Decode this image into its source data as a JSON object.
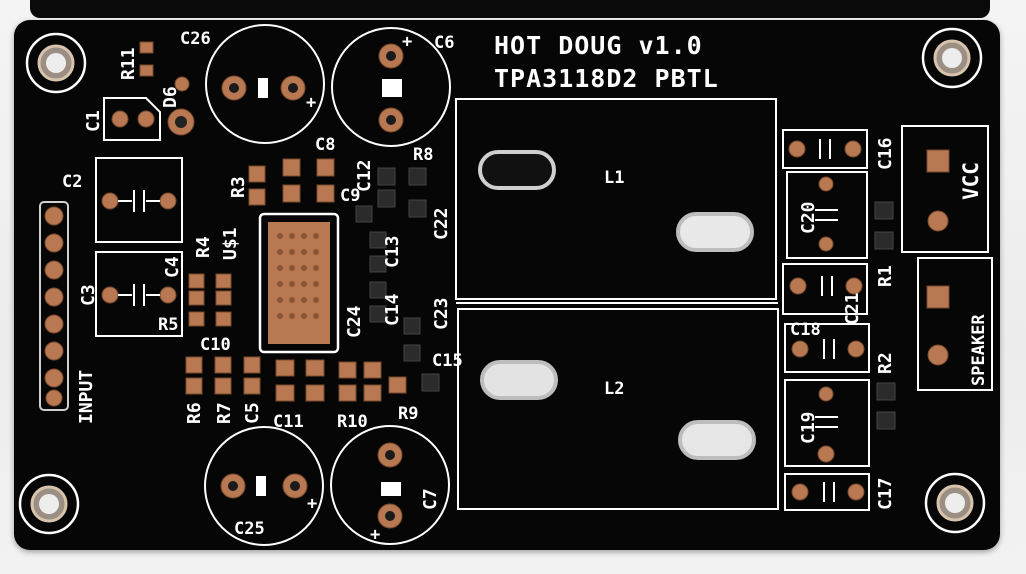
{
  "title": {
    "line1": "HOT DOUG v1.0",
    "line2": "TPA3118D2 PBTL"
  },
  "refs": {
    "C1": "C1",
    "C2": "C2",
    "C3": "C3",
    "C4": "C4",
    "C5": "C5",
    "C6": "C6",
    "C7": "C7",
    "C8": "C8",
    "C9": "C9",
    "C10": "C10",
    "C11": "C11",
    "C12": "C12",
    "C13": "C13",
    "C14": "C14",
    "C15": "C15",
    "C16": "C16",
    "C17": "C17",
    "C18": "C18",
    "C19": "C19",
    "C20": "C20",
    "C21": "C21",
    "C22": "C22",
    "C23": "C23",
    "C24": "C24",
    "C25": "C25",
    "C26": "C26",
    "R1": "R1",
    "R2": "R2",
    "R3": "R3",
    "R4": "R4",
    "R5": "R5",
    "R6": "R6",
    "R7": "R7",
    "R8": "R8",
    "R9": "R9",
    "R10": "R10",
    "R11": "R11",
    "D6": "D6",
    "U1": "U$1",
    "L1": "L1",
    "L2": "L2"
  },
  "connectors": {
    "input": "INPUT",
    "vcc": "VCC",
    "speaker": "SPEAKER"
  },
  "polarity": {
    "plus": "+"
  },
  "colors": {
    "board": "#060606",
    "silkscreen": "#ffffff",
    "copper": "#b87952"
  }
}
